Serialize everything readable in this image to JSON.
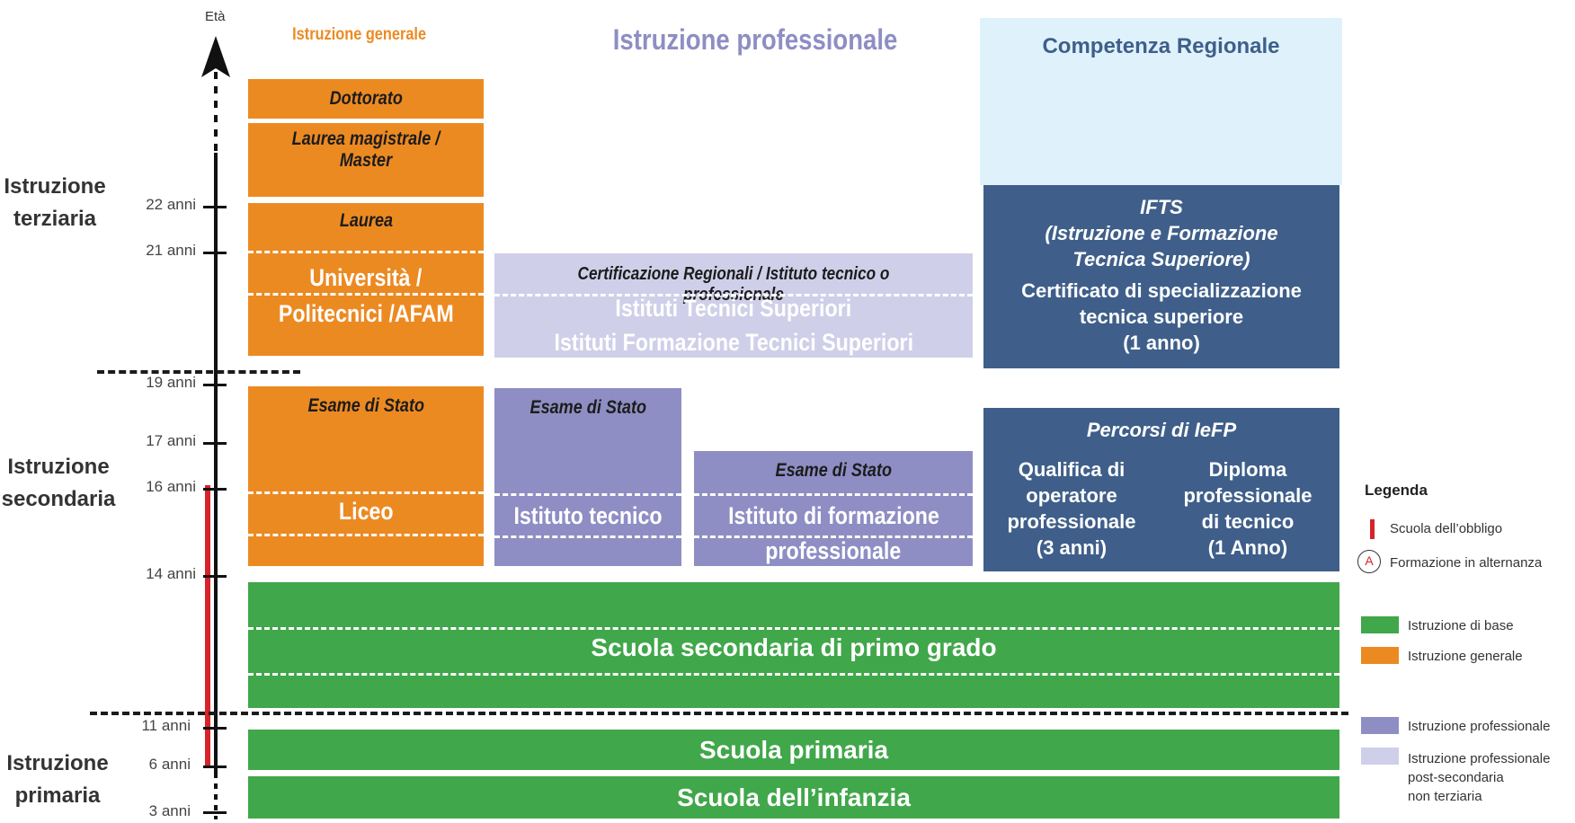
{
  "axis": {
    "label": "Età"
  },
  "ages": [
    "22 anni",
    "21 anni",
    "19 anni",
    "17 anni",
    "16 anni",
    "14 anni",
    "11 anni",
    "6 anni",
    "3 anni"
  ],
  "levels": {
    "tertiary": [
      "Istruzione",
      "terziaria"
    ],
    "secondary": [
      "Istruzione",
      "secondaria"
    ],
    "primary": [
      "Istruzione",
      "primaria"
    ]
  },
  "headers": {
    "general": "Istruzione generale",
    "professional": "Istruzione professionale",
    "regional": "Competenza Regionale"
  },
  "general_column": {
    "doctorate": "Dottorato",
    "master": "Laurea magistrale / Master",
    "laurea": "Laurea",
    "university_1": "Università /",
    "university_2": "Politecnici /AFAM",
    "esame": "Esame di Stato",
    "liceo": "Liceo"
  },
  "postsecondary": {
    "cert": "Certificazione Regionali  / Istituto tecnico o professionale",
    "its": "Istituti Tecnici Superiori",
    "ifts": "Istituti Formazione Tecnici Superiori"
  },
  "technical": {
    "esame": "Esame di Stato",
    "label": "Istituto tecnico"
  },
  "vocational": {
    "esame": "Esame di Stato",
    "label_1": "Istituto di formazione",
    "label_2": "professionale"
  },
  "base": {
    "secondary_first": "Scuola secondaria di primo grado",
    "primary": "Scuola primaria",
    "infancy": "Scuola dell’infanzia"
  },
  "ifts_box": {
    "title_1": "IFTS",
    "title_2": "(Istruzione e Formazione",
    "title_3": "Tecnica Superiore)",
    "body_1": "Certificato di specializzazione",
    "body_2": "tecnica superiore",
    "body_3": "(1 anno)"
  },
  "iefp_box": {
    "title": "Percorsi di IeFP",
    "left": [
      "Qualifica di",
      "operatore",
      "professionale",
      "(3 anni)"
    ],
    "right": [
      "Diploma",
      "professionale",
      "di tecnico",
      "(1 Anno)"
    ]
  },
  "legend": {
    "title": "Legenda",
    "obligation": "Scuola dell’obbligo",
    "alternance_icon": "A",
    "alternance": "Formazione in alternanza",
    "base": "Istruzione di base",
    "general": "Istruzione generale",
    "professional": "Istruzione professionale",
    "post_1": "Istruzione professionale",
    "post_2": "post-secondaria",
    "post_3": "non terziaria"
  },
  "colors": {
    "base": "#40a74a",
    "general": "#ec8a22",
    "professional": "#8e8ec4",
    "postsecondary": "#cfcfe9",
    "regional_box": "#3f5f8a",
    "regional_bg": "#dff2fc",
    "obligation": "#d8232a"
  }
}
